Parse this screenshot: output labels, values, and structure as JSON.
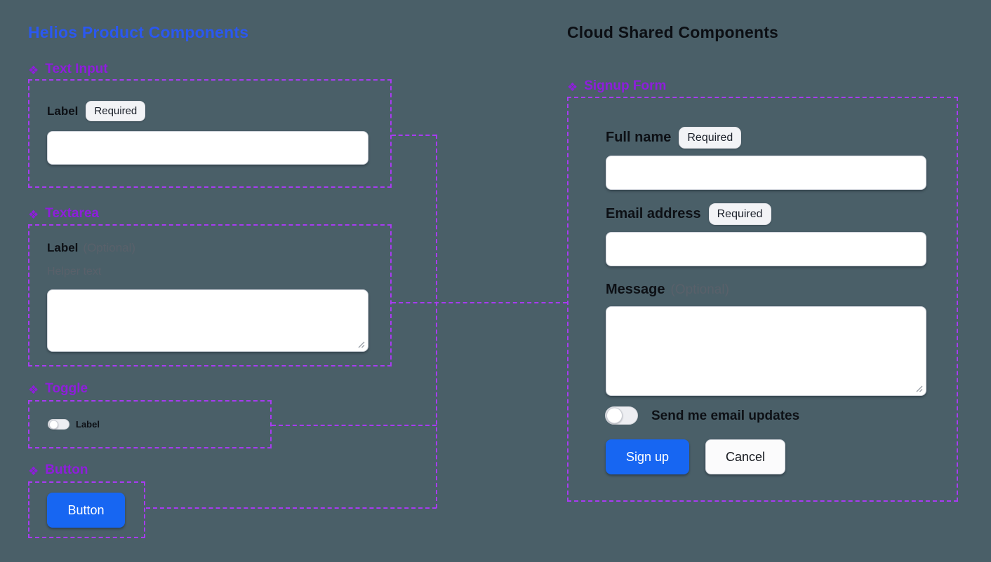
{
  "icons": {
    "component": "❖"
  },
  "colors": {
    "background": "#4A5F68",
    "accent_purple": "#8E1EDC",
    "dashed_purple": "#A83BF2",
    "brand_blue": "#2B58F0",
    "button_blue": "#1766F2"
  },
  "left": {
    "title": "Helios Product Components",
    "text_input": {
      "header": "Text Input",
      "label": "Label",
      "badge": "Required",
      "value": ""
    },
    "textarea": {
      "header": "Textarea",
      "label": "Label",
      "optional": "(Optional)",
      "helper": "Helper text",
      "value": ""
    },
    "toggle": {
      "header": "Toggle",
      "label": "Label",
      "state": "off"
    },
    "button": {
      "header": "Button",
      "label": "Button"
    }
  },
  "right": {
    "title": "Cloud Shared Components",
    "signup_form": {
      "header": "Signup Form",
      "full_name": {
        "label": "Full name",
        "badge": "Required",
        "value": ""
      },
      "email": {
        "label": "Email address",
        "badge": "Required",
        "value": ""
      },
      "message": {
        "label": "Message",
        "optional": "(Optional)",
        "value": ""
      },
      "updates_toggle": {
        "label": "Send me email updates",
        "state": "off"
      },
      "submit_label": "Sign up",
      "cancel_label": "Cancel"
    }
  }
}
